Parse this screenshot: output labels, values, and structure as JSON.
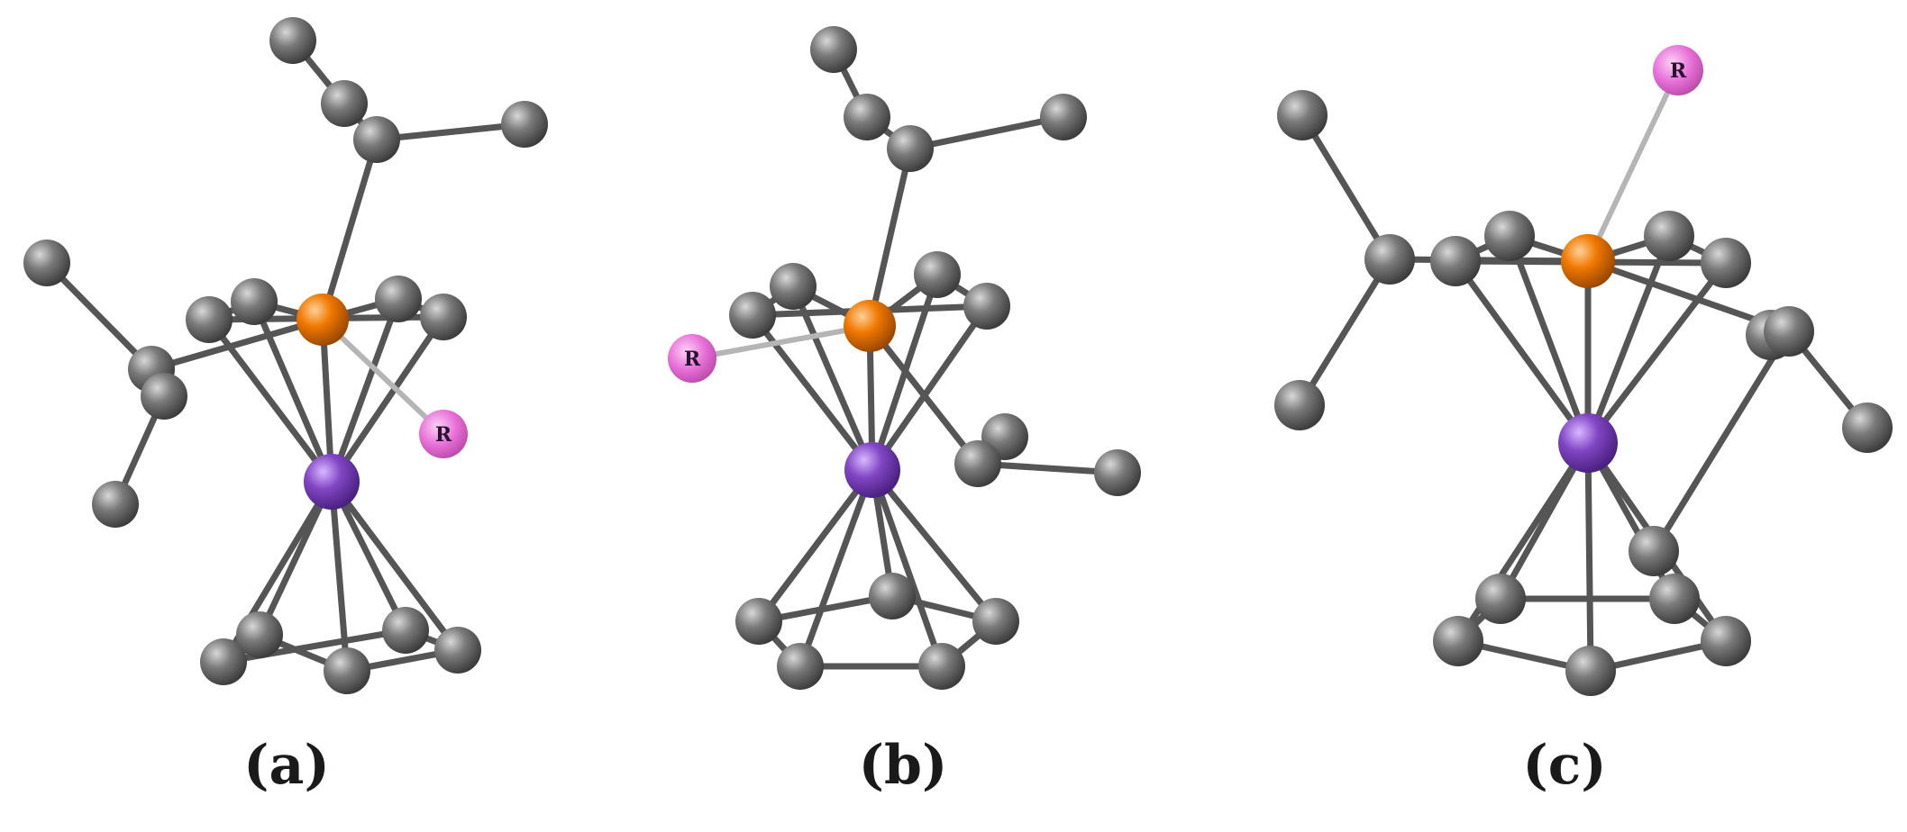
{
  "panels": [
    {
      "id": "a",
      "caption": "(a)",
      "substituent_label": "R"
    },
    {
      "id": "b",
      "caption": "(b)",
      "substituent_label": "R"
    },
    {
      "id": "c",
      "caption": "(c)",
      "substituent_label": "R"
    }
  ],
  "colors": {
    "carbon": "#6e6e6e",
    "phosphorus": "#f07800",
    "metal": "#8246c4",
    "substituent": "#e86fd8",
    "bond": "#555555",
    "bond_to_substituent": "#b5b5b5"
  },
  "atom_types": [
    "carbon",
    "phosphorus",
    "metal",
    "substituent"
  ]
}
